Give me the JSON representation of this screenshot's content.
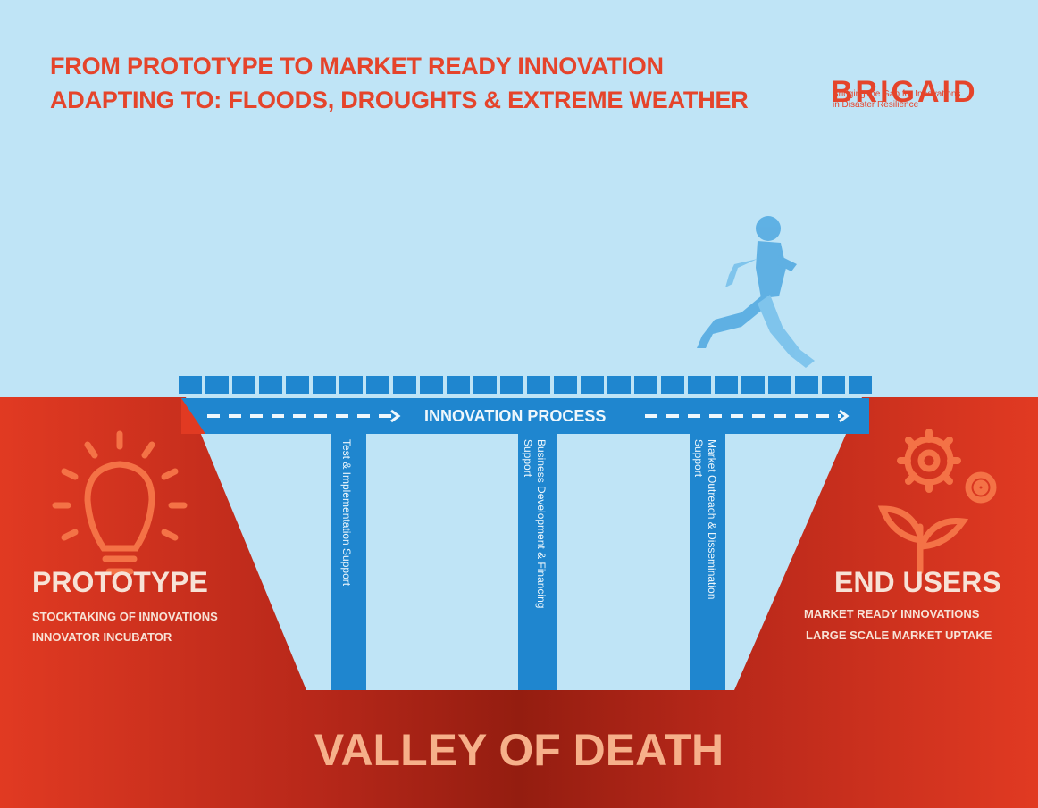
{
  "header": {
    "title_line_1": "FROM PROTOTYPE TO MARKET READY INNOVATION",
    "title_line_2": "ADAPTING TO: FLOODS, DROUGHTS & EXTREME WEATHER",
    "title_color": "#e5442b"
  },
  "brand": {
    "name": "BRIGAID",
    "tagline_line_1": "Bridging the Gap for Innovations",
    "tagline_line_2": "in Disaster Resilience",
    "color": "#e5442b"
  },
  "bridge": {
    "process_label": "INNOVATION PROCESS",
    "pillars": [
      "Test & Implementation Support",
      "Business Development & Financing Support",
      "Market Outreach & Dissemination Support"
    ],
    "color": "#1f86cf"
  },
  "left": {
    "heading": "PROTOTYPE",
    "line_1": "STOCKTAKING OF INNOVATIONS",
    "line_2": "INNOVATOR INCUBATOR",
    "icon": "lightbulb-icon"
  },
  "right": {
    "heading": "END USERS",
    "line_1": "MARKET READY INNOVATIONS",
    "line_2": "LARGE SCALE MARKET UPTAKE",
    "icon": "gears-plant-icon"
  },
  "valley": {
    "label": "VALLEY OF DEATH"
  },
  "colors": {
    "sky": "#bfe4f6",
    "ground": "#e13a22",
    "valley_dark": "#941d10",
    "runner": "#5aaee3"
  }
}
